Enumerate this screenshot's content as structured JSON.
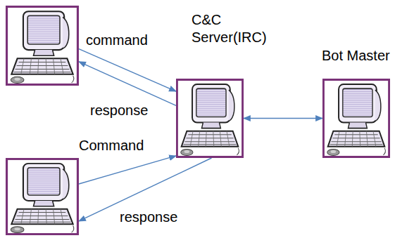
{
  "diagram": {
    "nodes": [
      {
        "text": []
      },
      {
        "text": [
          "C&C Server(IRC)"
        ]
      },
      {
        "text": [
          "Bot Master"
        ]
      },
      {
        "text": []
      }
    ],
    "edges": [
      {
        "from": 0,
        "to": 1,
        "label": "command",
        "arrow": "to"
      },
      {
        "from": 1,
        "to": 0,
        "label": "response",
        "arrow": "to"
      },
      {
        "from": 3,
        "to": 1,
        "label": "Command",
        "arrow": "to"
      },
      {
        "from": 1,
        "to": 3,
        "label": "response",
        "arrow": "to"
      },
      {
        "from": 1,
        "to": 2,
        "arrow": "both"
      }
    ]
  }
}
